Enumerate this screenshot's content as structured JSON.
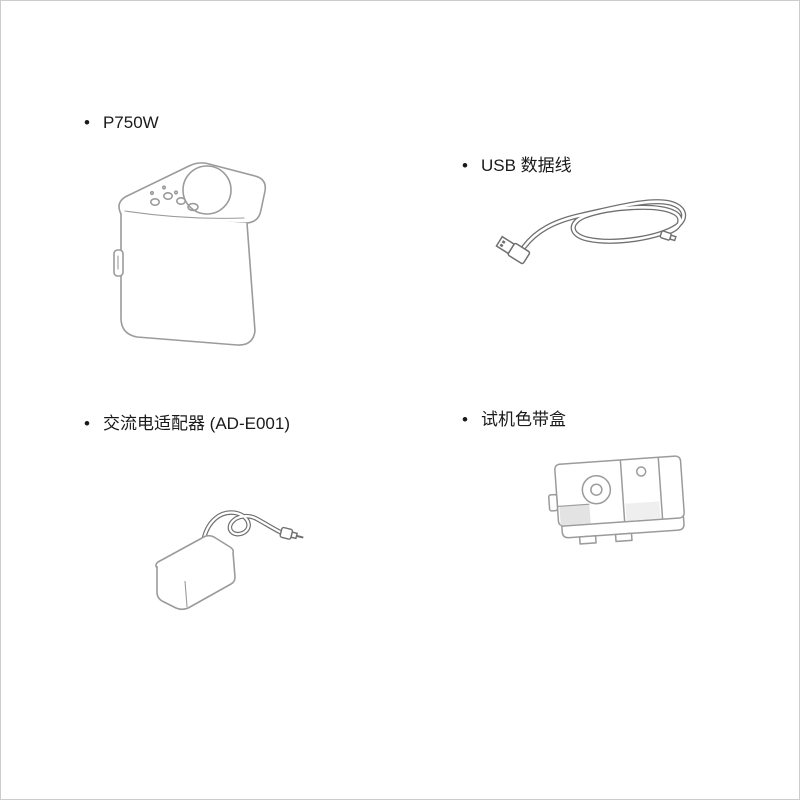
{
  "page": {
    "background": "#ffffff",
    "border_color": "#cccccc"
  },
  "items": [
    {
      "bullet": "•",
      "label": "P750W"
    },
    {
      "bullet": "•",
      "label": "USB 数据线"
    },
    {
      "bullet": "•",
      "label": "交流电适配器 (AD-E001)"
    },
    {
      "bullet": "•",
      "label": "试机色带盒"
    }
  ],
  "illustrations": {
    "printer": "label-printer-p750w",
    "usb_cable": "usb-cable",
    "ac_adapter": "ac-adapter",
    "tape_cassette": "tape-cassette"
  },
  "line_colors": {
    "light_gray": "#9b9b9b",
    "cable_gray": "#707070",
    "shade_gray": "#e3e3e3"
  }
}
